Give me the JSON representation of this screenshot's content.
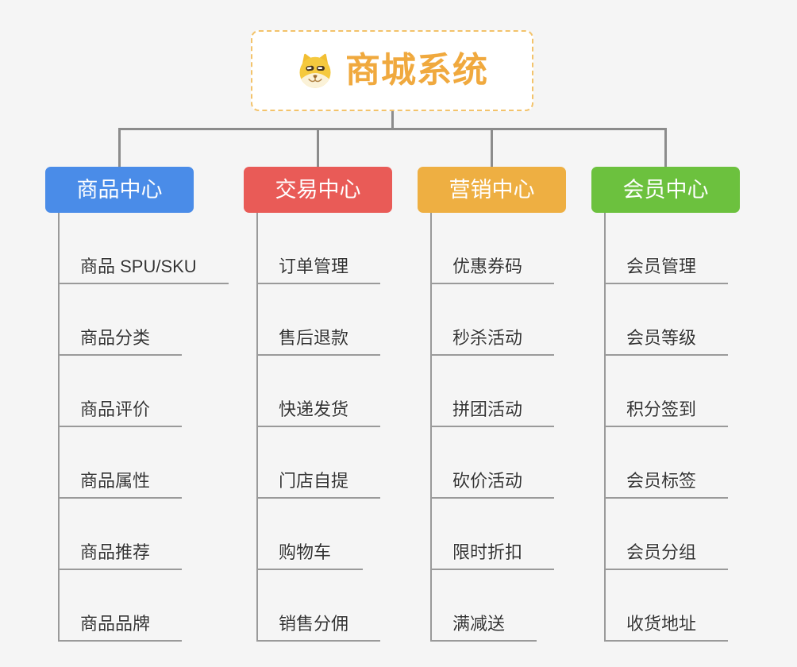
{
  "root": {
    "title": "商城系统",
    "icon": "dog-face-icon"
  },
  "branches": [
    {
      "id": "product-center",
      "label": "商品中心",
      "color": "#4A8CE8",
      "children": [
        "商品 SPU/SKU",
        "商品分类",
        "商品评价",
        "商品属性",
        "商品推荐",
        "商品品牌"
      ]
    },
    {
      "id": "trade-center",
      "label": "交易中心",
      "color": "#E95B57",
      "children": [
        "订单管理",
        "售后退款",
        "快递发货",
        "门店自提",
        "购物车",
        "销售分佣"
      ]
    },
    {
      "id": "marketing-center",
      "label": "营销中心",
      "color": "#EEAF42",
      "children": [
        "优惠券码",
        "秒杀活动",
        "拼团活动",
        "砍价活动",
        "限时折扣",
        "满减送"
      ]
    },
    {
      "id": "member-center",
      "label": "会员中心",
      "color": "#6CC13E",
      "children": [
        "会员管理",
        "会员等级",
        "积分签到",
        "会员标签",
        "会员分组",
        "收货地址"
      ]
    }
  ],
  "colors": {
    "background": "#F5F5F5",
    "connector": "#8C8C8C",
    "leaf_line": "#9A9A9A",
    "root_border": "#F3C36B",
    "root_text": "#F0A93E",
    "leaf_text": "#333333"
  }
}
